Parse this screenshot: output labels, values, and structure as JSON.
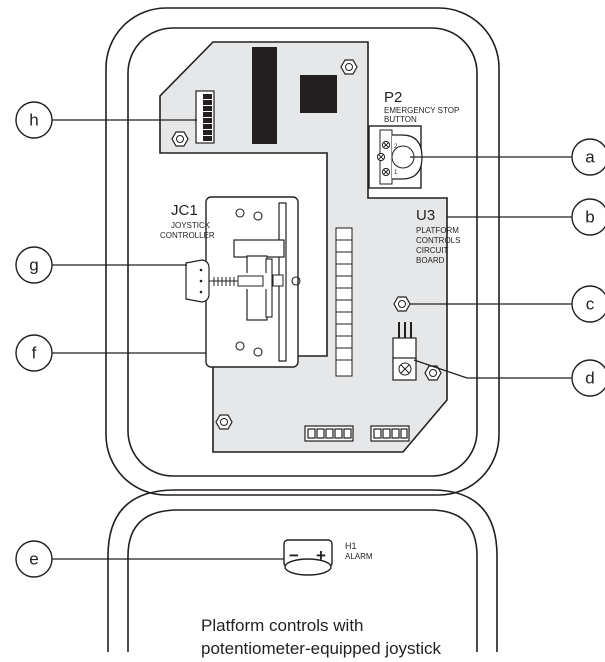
{
  "components": {
    "p2": {
      "id": "P2",
      "line1": "EMERGENCY STOP",
      "line2": "BUTTON"
    },
    "u3": {
      "id": "U3",
      "line1": "PLATFORM",
      "line2": "CONTROLS",
      "line3": "CIRCUIT",
      "line4": "BOARD"
    },
    "jc1": {
      "id": "JC1",
      "line1": "JOYSTICK",
      "line2": "CONTROLLER"
    },
    "h1": {
      "id": "H1",
      "line1": "ALARM",
      "minus": "−",
      "plus": "+"
    },
    "switch_pins": {
      "pin2": "2",
      "pin1": "1"
    }
  },
  "callouts": [
    "a",
    "b",
    "c",
    "d",
    "e",
    "f",
    "g",
    "h"
  ],
  "caption": {
    "line1": "Platform controls with",
    "line2": "potentiometer-equipped joystick"
  }
}
